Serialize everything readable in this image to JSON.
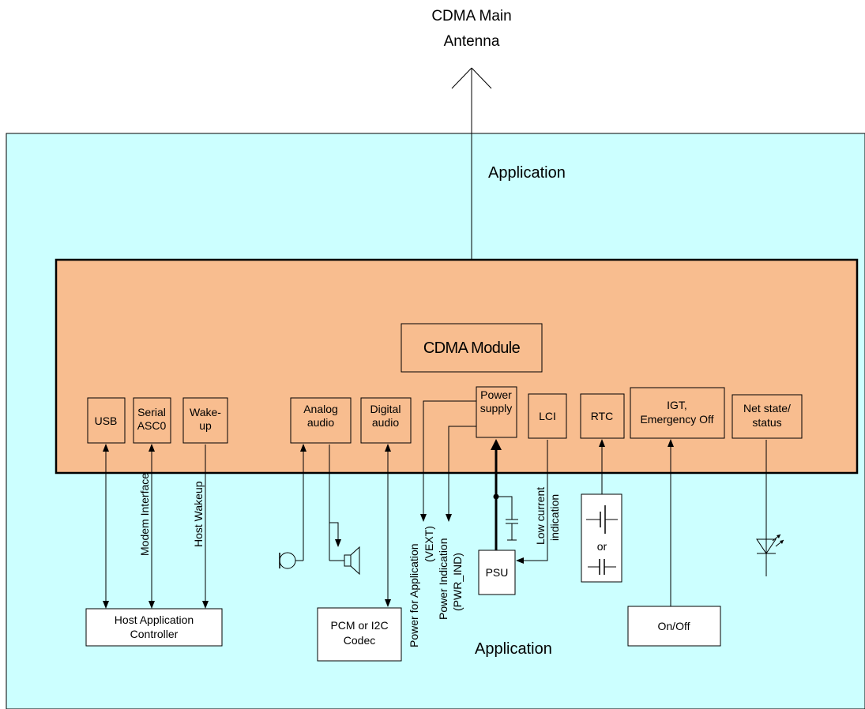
{
  "antenna": {
    "line1": "CDMA Main",
    "line2": "Antenna"
  },
  "app_label_top": "Application",
  "app_label_bottom": "Application",
  "module_label": "CDMA Module",
  "interfaces": {
    "usb": "USB",
    "serial": {
      "line1": "Serial",
      "line2": "ASC0"
    },
    "wakeup": {
      "line1": "Wake-",
      "line2": "up"
    },
    "analog": {
      "line1": "Analog",
      "line2": "audio"
    },
    "digital": {
      "line1": "Digital",
      "line2": "audio"
    },
    "power": {
      "line1": "Power",
      "line2": "supply"
    },
    "lci": "LCI",
    "rtc": "RTC",
    "igt": {
      "line1": "IGT,",
      "line2": "Emergency Off"
    },
    "netstate": {
      "line1": "Net state/",
      "line2": "status"
    }
  },
  "signals": {
    "modem": "Modem Interface",
    "host_wakeup": "Host Wakeup",
    "vext": {
      "line1": "Power for Application",
      "line2": "(VEXT)"
    },
    "pwr_ind": {
      "line1": "Power Indication",
      "line2": "(PWR_IND)"
    },
    "low_current": {
      "line1": "Low current",
      "line2": "indication"
    }
  },
  "external": {
    "host": {
      "line1": "Host Application",
      "line2": "Controller"
    },
    "codec": {
      "line1": "PCM or I2C",
      "line2": "Codec"
    },
    "psu": "PSU",
    "or": "or",
    "onoff": "On/Off"
  },
  "colors": {
    "application_bg": "#ccffff",
    "module_bg": "#f8bd8f",
    "line": "#000000"
  }
}
